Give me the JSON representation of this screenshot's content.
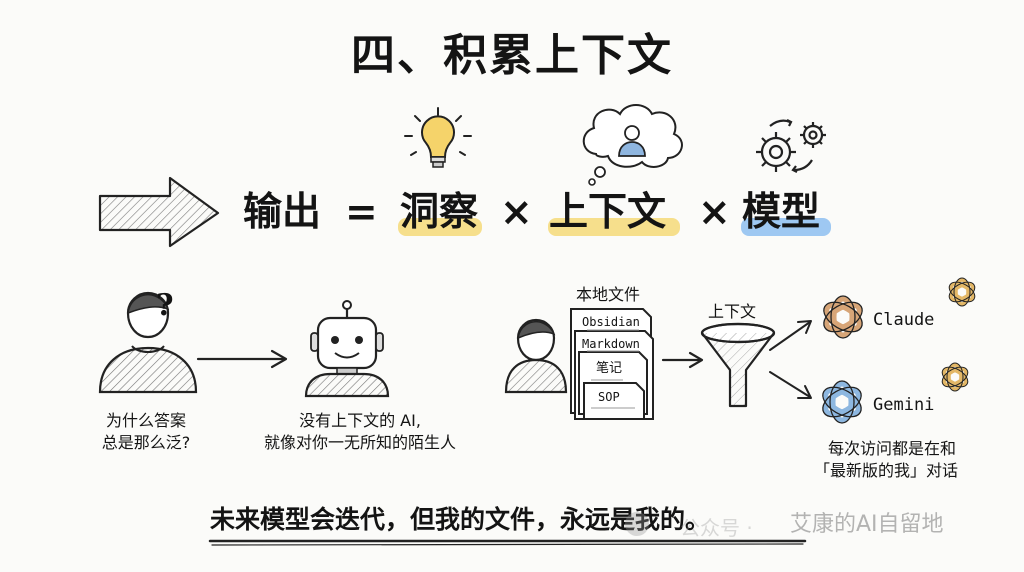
{
  "title": "四、积累上下文",
  "formula": {
    "output": "输出",
    "equals": "=",
    "term1": "洞察",
    "times1": "×",
    "term2": "上下文",
    "times2": "×",
    "term3": "模型"
  },
  "highlight_colors": {
    "term1": "#f6df8c",
    "term2": "#f6df8c",
    "term3": "#9ec8f2"
  },
  "left_scene": {
    "person_question_mark": "?",
    "person_caption_line1": "为什么答案",
    "person_caption_line2": "总是那么泛?",
    "robot_caption_line1": "没有上下文的 AI,",
    "robot_caption_line2": "就像对你一无所知的陌生人"
  },
  "right_scene": {
    "files_label": "本地文件",
    "documents": [
      "Obsidian",
      "Markdown",
      "笔记",
      "SOP"
    ],
    "funnel_label": "上下文",
    "models": [
      "Claude",
      "Gemini"
    ],
    "caption_line1": "每次访问都是在和",
    "caption_line2": "「最新版的我」对话"
  },
  "slogan": "未来模型会迭代，但我的文件，永远是我的。",
  "watermark": {
    "main": "艾康的AI自留地",
    "sub": "公众号 ·"
  },
  "icons": [
    "arrow-right-icon",
    "lightbulb-icon",
    "thought-cloud-icon",
    "gears-icon",
    "person-icon",
    "robot-icon",
    "document-icon",
    "funnel-icon",
    "claude-logo-icon",
    "gemini-logo-icon",
    "openai-logo-icon"
  ]
}
